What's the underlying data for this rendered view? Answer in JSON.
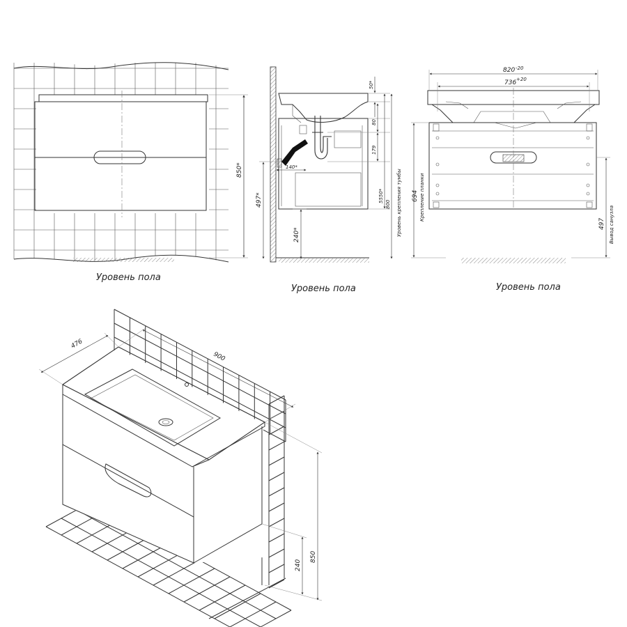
{
  "floor_labels": [
    "Уровень пола",
    "Уровень пола",
    "Уровень пола"
  ],
  "front": {
    "height_850": "850*"
  },
  "side": {
    "d_50": "50*",
    "d_80": "80",
    "d_179": "179",
    "d_550": "5550*",
    "d_140": "140*",
    "d_497": "497*",
    "d_240": "240*",
    "d_800": "800",
    "lbl_mount": "Уровень крепления тумбы"
  },
  "rear": {
    "w_820": "820",
    "w_820_tol": "-20",
    "w_736": "736",
    "w_736_tol": "+20",
    "d_694": "694",
    "lbl_plank": "Крепление планки",
    "d_497": "497",
    "lbl_drain": "Вывод санузла"
  },
  "iso": {
    "w_900": "900",
    "d_476": "476",
    "h_850": "850",
    "h_240": "240"
  }
}
